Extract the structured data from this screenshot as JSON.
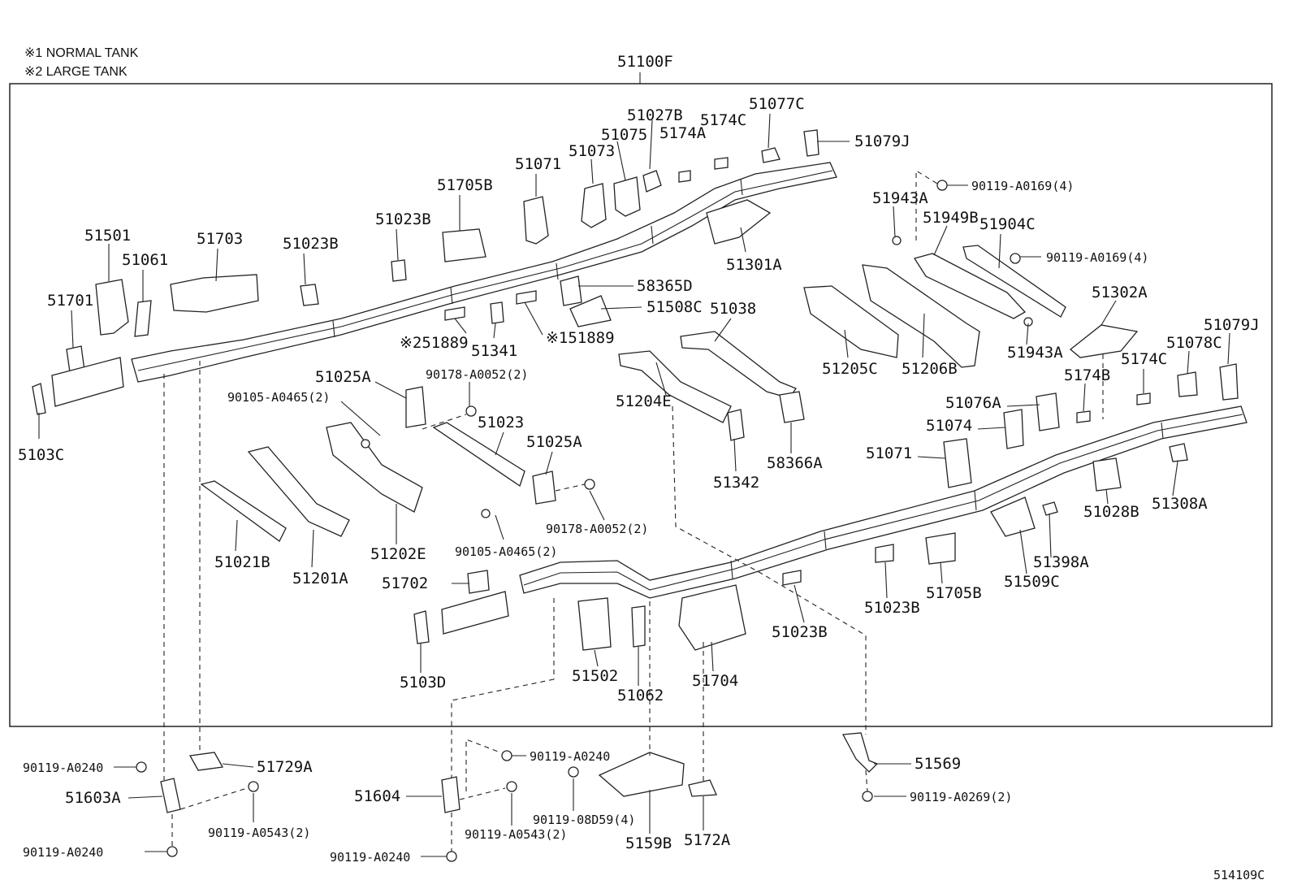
{
  "notes": [
    "※1 NORMAL TANK",
    "※2 LARGE TANK"
  ],
  "assembly_label": "51100F",
  "diagram_code": "514109C",
  "labels": {
    "l51027B": "51027B",
    "l51077C": "51077C",
    "l5174C_top": "5174C",
    "l51075": "51075",
    "l5174A": "5174A",
    "l51079J_top": "51079J",
    "l51073": "51073",
    "l51071_top": "51071",
    "l51705B_top": "51705B",
    "l51023B_a": "51023B",
    "l51501": "51501",
    "l51703": "51703",
    "l51023B_b": "51023B",
    "l51061": "51061",
    "l51701": "51701",
    "l5103C": "5103C",
    "l51301A": "51301A",
    "l58365D": "58365D",
    "l51508C": "51508C",
    "l51038": "51038",
    "l51889_2": "※251889",
    "l51341": "51341",
    "l51889_1": "※151889",
    "l90119_A0169_a": "90119-A0169(4)",
    "l51943A_top": "51943A",
    "l51949B": "51949B",
    "l51904C": "51904C",
    "l90119_A0169_b": "90119-A0169(4)",
    "l51302A": "51302A",
    "l51205C": "51205C",
    "l51206B": "51206B",
    "l51943A_bot": "51943A",
    "l5174C_right": "5174C",
    "l51078C": "51078C",
    "l51079J_right": "51079J",
    "l5174B": "5174B",
    "l51025A_a": "51025A",
    "l90178_A0052_a": "90178-A0052(2)",
    "l90105_A0465_a": "90105-A0465(2)",
    "l51023": "51023",
    "l51204E": "51204E",
    "l51025A_b": "51025A",
    "l51076A": "51076A",
    "l51074": "51074",
    "l51071_right": "51071",
    "l51342": "51342",
    "l58366A": "58366A",
    "l51028B": "51028B",
    "l51308A": "51308A",
    "l90178_A0052_b": "90178-A0052(2)",
    "l90105_A0465_b": "90105-A0465(2)",
    "l51021B": "51021B",
    "l51201A": "51201A",
    "l51202E": "51202E",
    "l51702": "51702",
    "l51398A": "51398A",
    "l51509C": "51509C",
    "l51023B_c": "51023B",
    "l51705B_bot": "51705B",
    "l51023B_d": "51023B",
    "l5103D": "5103D",
    "l51502": "51502",
    "l51062": "51062",
    "l51704": "51704",
    "l90119_A0240_a": "90119-A0240",
    "l51729A": "51729A",
    "l51603A": "51603A",
    "l90119_A0543_a": "90119-A0543(2)",
    "l90119_A0240_b": "90119-A0240",
    "l90119_A0240_c": "90119-A0240",
    "l51604": "51604",
    "l90119_08D59": "90119-08D59(4)",
    "l90119_A0543_b": "90119-A0543(2)",
    "l90119_A0240_d": "90119-A0240",
    "l5159B": "5159B",
    "l5172A": "5172A",
    "l51569": "51569",
    "l90119_A0269": "90119-A0269(2)"
  }
}
